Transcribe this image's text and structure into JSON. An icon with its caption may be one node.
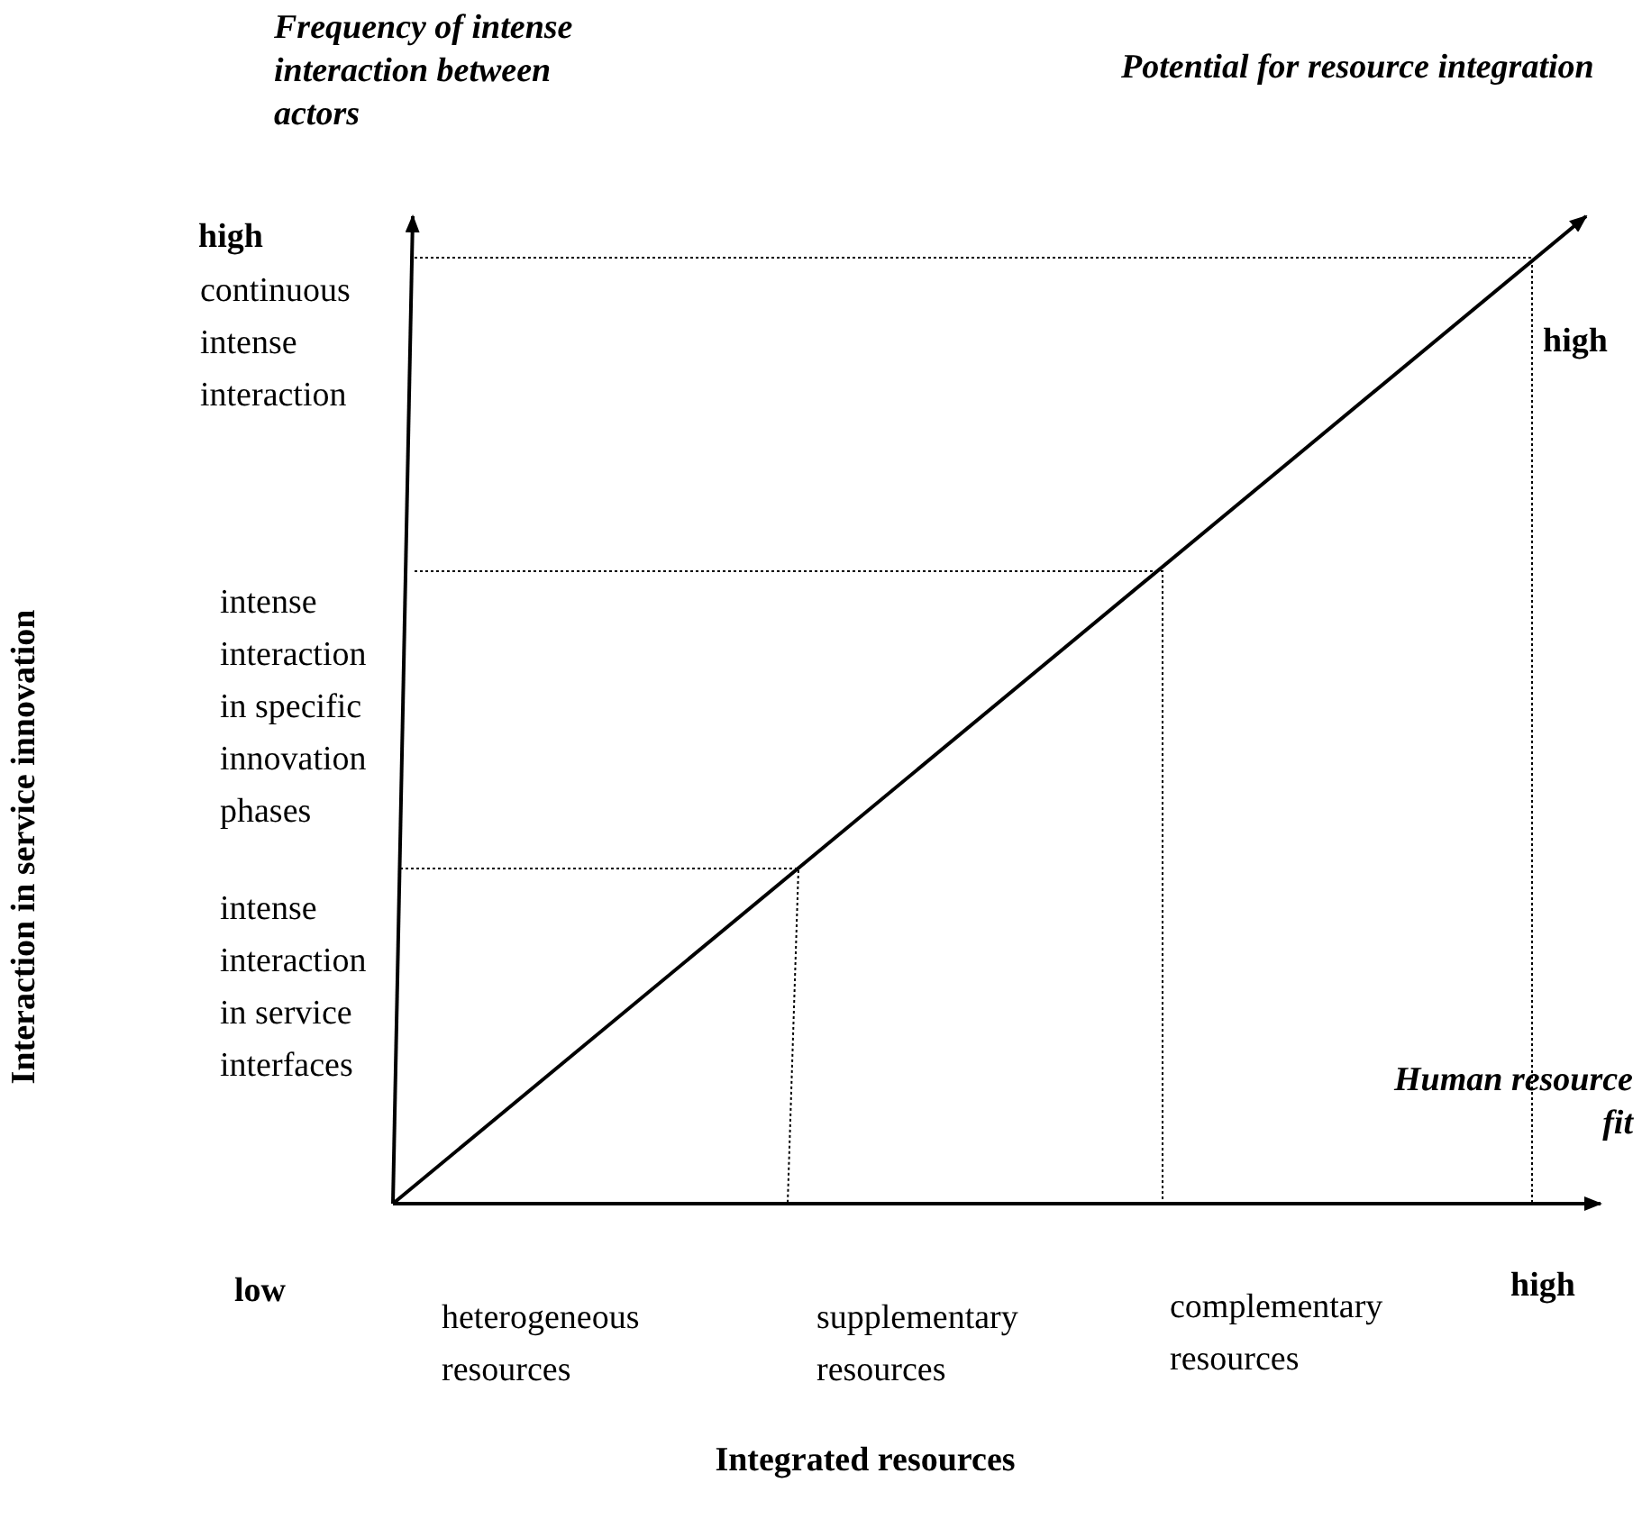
{
  "diagram": {
    "labels": [
      "Frequency of intense interaction between actors",
      "Potential for resource integration",
      "high",
      "continuous intense interaction",
      "high",
      "intense interaction in specific innovation phases",
      "intense interaction in service interfaces",
      "Human resource fit",
      "low",
      "high",
      "heterogeneous resources",
      "supplementary resources",
      "complementary resources",
      "Integrated resources",
      "Interaction in service innovation"
    ]
  }
}
